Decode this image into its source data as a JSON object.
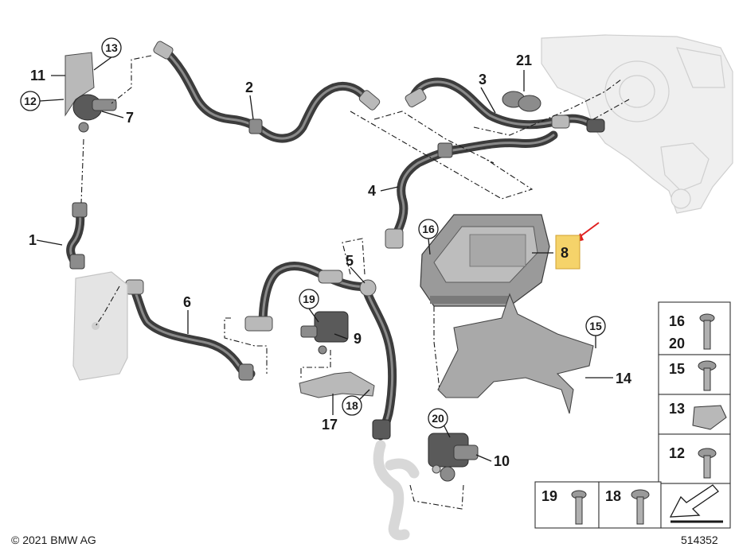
{
  "callouts": {
    "c1": "1",
    "c2": "2",
    "c3": "3",
    "c4": "4",
    "c5": "5",
    "c6": "6",
    "c7": "7",
    "c8": "8",
    "c9": "9",
    "c10": "10",
    "c11": "11",
    "c12": "12",
    "c13": "13",
    "c14": "14",
    "c15": "15",
    "c16": "16",
    "c17": "17",
    "c18": "18",
    "c19": "19",
    "c20": "20",
    "c21": "21"
  },
  "legend": {
    "l16": "16",
    "l20": "20",
    "l15": "15",
    "l13": "13",
    "l12": "12",
    "l19": "19",
    "l18": "18"
  },
  "highlight_color": "#f5d36a",
  "arrow_color": "#e02020",
  "copyright": "© 2021 BMW AG",
  "diagram_number": "514352"
}
